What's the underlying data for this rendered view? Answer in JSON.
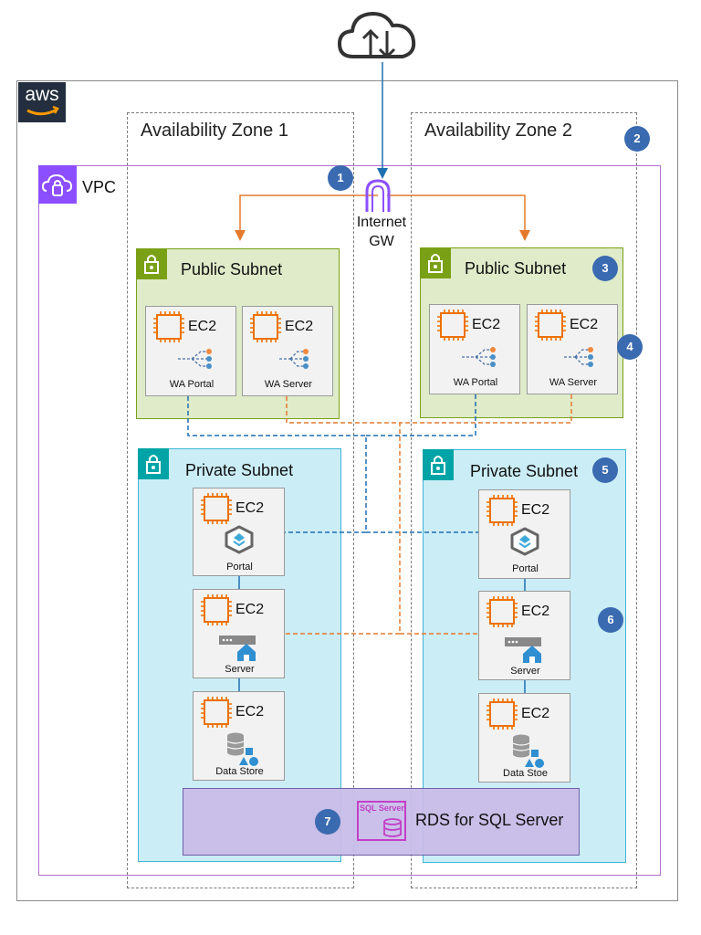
{
  "aws_logo": "aws",
  "availability_zones": [
    {
      "label": "Availability Zone 1"
    },
    {
      "label": "Availability Zone 2"
    }
  ],
  "vpc": {
    "label": "VPC"
  },
  "internet_gateway": {
    "label_line1": "Internet",
    "label_line2": "GW"
  },
  "public_subnets": [
    {
      "label": "Public Subnet",
      "instances": [
        {
          "service": "EC2",
          "caption": "WA Portal"
        },
        {
          "service": "EC2",
          "caption": "WA Server"
        }
      ]
    },
    {
      "label": "Public Subnet",
      "instances": [
        {
          "service": "EC2",
          "caption": "WA Portal"
        },
        {
          "service": "EC2",
          "caption": "WA Server"
        }
      ]
    }
  ],
  "private_subnets": [
    {
      "label": "Private Subnet",
      "instances": [
        {
          "service": "EC2",
          "caption": "Portal"
        },
        {
          "service": "EC2",
          "caption": "Server"
        },
        {
          "service": "EC2",
          "caption": "Data Store"
        }
      ]
    },
    {
      "label": "Private Subnet",
      "instances": [
        {
          "service": "EC2",
          "caption": "Portal"
        },
        {
          "service": "EC2",
          "caption": "Server"
        },
        {
          "service": "EC2",
          "caption": "Data Stoe"
        }
      ]
    }
  ],
  "rds": {
    "label": "RDS for SQL Server",
    "icon_text": "SQL Server"
  },
  "badges": [
    "1",
    "2",
    "3",
    "4",
    "5",
    "6",
    "7"
  ],
  "colors": {
    "public_subnet_fill": "#dfebc9",
    "private_subnet_fill": "#cbedf6",
    "vpc_border": "#b06fd0",
    "ec2_orange": "#ed7100",
    "blue_link": "#1f6fb0",
    "orange_link": "#e57a2e",
    "badge": "#3a6ab0",
    "rds_fill": "#c9bde8"
  }
}
